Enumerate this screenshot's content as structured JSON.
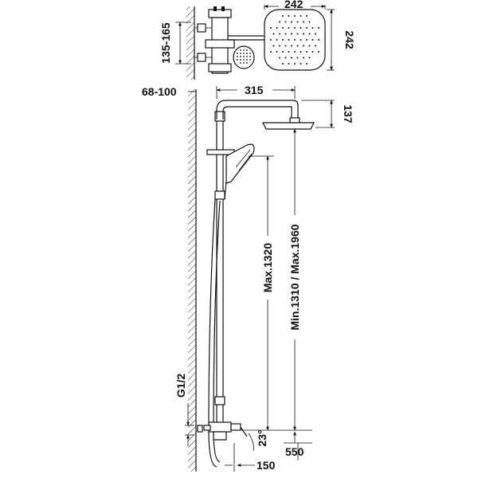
{
  "dimensions": {
    "head_width": "242",
    "head_depth": "242",
    "wall_mount_range": "135-165",
    "wall_offset": "68-100",
    "arm_length": "315",
    "head_drop": "137",
    "max_hand": "Max.1320",
    "min_max_height": "Min.1310 / Max.1960",
    "thread": "G1/2",
    "angle": "23°",
    "spout": "150",
    "valve_height": "550"
  }
}
